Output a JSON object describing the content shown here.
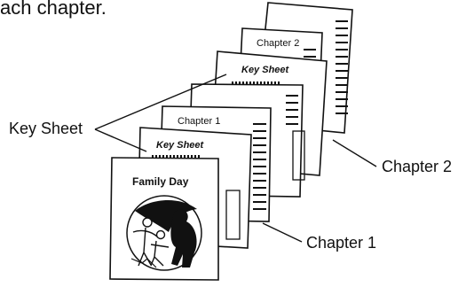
{
  "intro_text_fragment": "ach chapter.",
  "pages": {
    "chapter2_title": "Chapter 2",
    "key_sheet_upper": "Key Sheet",
    "chapter1_title": "Chapter 1",
    "key_sheet_lower": "Key Sheet",
    "cover_title": "Family Day"
  },
  "callouts": {
    "key_sheet": "Key Sheet",
    "chapter2": "Chapter 2",
    "chapter1": "Chapter 1"
  }
}
